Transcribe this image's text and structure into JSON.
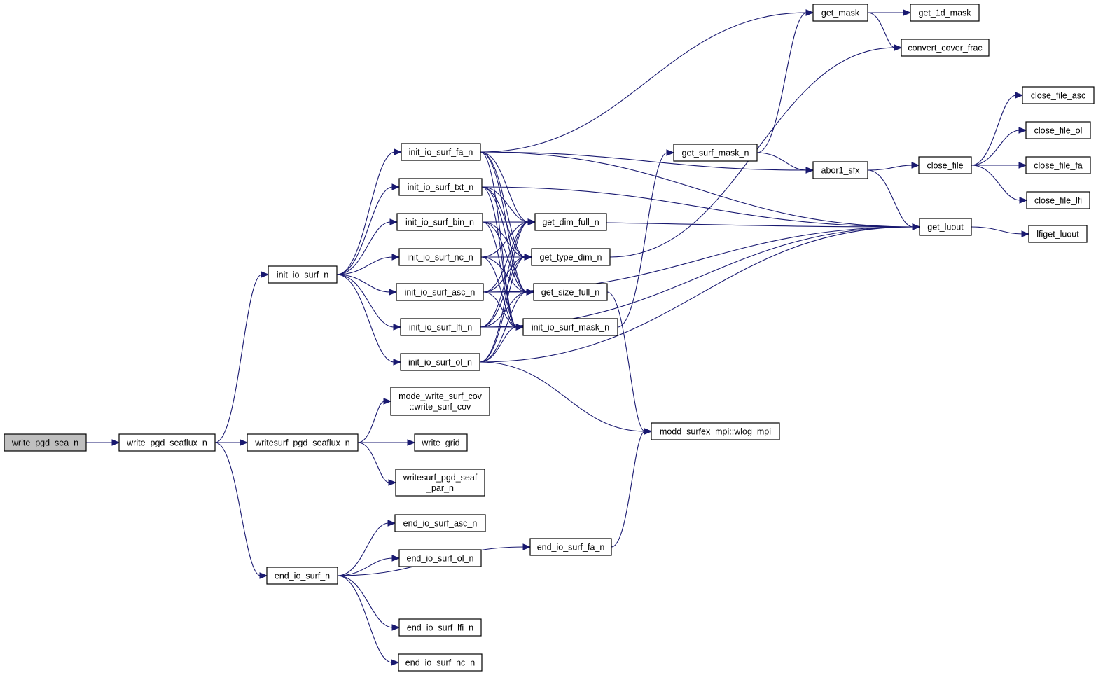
{
  "title": "Call graph for write_pgd_sea_n",
  "colors": {
    "edge": "#191970",
    "root_fill": "#bfbfbf",
    "node_fill": "#ffffff",
    "border": "#000000"
  },
  "nodes": [
    {
      "id": "write_pgd_sea_n",
      "lines": [
        "write_pgd_sea_n"
      ],
      "root": true
    },
    {
      "id": "write_pgd_seaflux_n",
      "lines": [
        "write_pgd_seaflux_n"
      ]
    },
    {
      "id": "init_io_surf_n",
      "lines": [
        "init_io_surf_n"
      ]
    },
    {
      "id": "writesurf_pgd_seaflux_n",
      "lines": [
        "writesurf_pgd_seaflux_n"
      ]
    },
    {
      "id": "end_io_surf_n",
      "lines": [
        "end_io_surf_n"
      ]
    },
    {
      "id": "init_io_surf_fa_n",
      "lines": [
        "init_io_surf_fa_n"
      ]
    },
    {
      "id": "init_io_surf_txt_n",
      "lines": [
        "init_io_surf_txt_n"
      ]
    },
    {
      "id": "init_io_surf_bin_n",
      "lines": [
        "init_io_surf_bin_n"
      ]
    },
    {
      "id": "init_io_surf_nc_n",
      "lines": [
        "init_io_surf_nc_n"
      ]
    },
    {
      "id": "init_io_surf_asc_n",
      "lines": [
        "init_io_surf_asc_n"
      ]
    },
    {
      "id": "init_io_surf_lfi_n",
      "lines": [
        "init_io_surf_lfi_n"
      ]
    },
    {
      "id": "init_io_surf_ol_n",
      "lines": [
        "init_io_surf_ol_n"
      ]
    },
    {
      "id": "mode_write_surf_cov",
      "lines": [
        "mode_write_surf_cov",
        "::write_surf_cov"
      ]
    },
    {
      "id": "write_grid",
      "lines": [
        "write_grid"
      ]
    },
    {
      "id": "writesurf_pgd_seaf_par_n",
      "lines": [
        "writesurf_pgd_seaf",
        "_par_n"
      ]
    },
    {
      "id": "end_io_surf_asc_n",
      "lines": [
        "end_io_surf_asc_n"
      ]
    },
    {
      "id": "end_io_surf_ol_n",
      "lines": [
        "end_io_surf_ol_n"
      ]
    },
    {
      "id": "end_io_surf_lfi_n",
      "lines": [
        "end_io_surf_lfi_n"
      ]
    },
    {
      "id": "end_io_surf_nc_n",
      "lines": [
        "end_io_surf_nc_n"
      ]
    },
    {
      "id": "get_dim_full_n",
      "lines": [
        "get_dim_full_n"
      ]
    },
    {
      "id": "get_type_dim_n",
      "lines": [
        "get_type_dim_n"
      ]
    },
    {
      "id": "get_size_full_n",
      "lines": [
        "get_size_full_n"
      ]
    },
    {
      "id": "init_io_surf_mask_n",
      "lines": [
        "init_io_surf_mask_n"
      ]
    },
    {
      "id": "end_io_surf_fa_n",
      "lines": [
        "end_io_surf_fa_n"
      ]
    },
    {
      "id": "get_surf_mask_n",
      "lines": [
        "get_surf_mask_n"
      ]
    },
    {
      "id": "modd_surfex_mpi_wlog_mpi",
      "lines": [
        "modd_surfex_mpi::wlog_mpi"
      ]
    },
    {
      "id": "get_mask",
      "lines": [
        "get_mask"
      ]
    },
    {
      "id": "abor1_sfx",
      "lines": [
        "abor1_sfx"
      ]
    },
    {
      "id": "get_1d_mask",
      "lines": [
        "get_1d_mask"
      ]
    },
    {
      "id": "convert_cover_frac",
      "lines": [
        "convert_cover_frac"
      ]
    },
    {
      "id": "close_file",
      "lines": [
        "close_file"
      ]
    },
    {
      "id": "get_luout",
      "lines": [
        "get_luout"
      ]
    },
    {
      "id": "close_file_asc",
      "lines": [
        "close_file_asc"
      ]
    },
    {
      "id": "close_file_ol",
      "lines": [
        "close_file_ol"
      ]
    },
    {
      "id": "close_file_fa",
      "lines": [
        "close_file_fa"
      ]
    },
    {
      "id": "close_file_lfi",
      "lines": [
        "close_file_lfi"
      ]
    },
    {
      "id": "lfiget_luout",
      "lines": [
        "lfiget_luout"
      ]
    }
  ],
  "edges": [
    [
      "write_pgd_sea_n",
      "write_pgd_seaflux_n"
    ],
    [
      "write_pgd_seaflux_n",
      "init_io_surf_n"
    ],
    [
      "write_pgd_seaflux_n",
      "writesurf_pgd_seaflux_n"
    ],
    [
      "write_pgd_seaflux_n",
      "end_io_surf_n"
    ],
    [
      "init_io_surf_n",
      "init_io_surf_fa_n"
    ],
    [
      "init_io_surf_n",
      "init_io_surf_txt_n"
    ],
    [
      "init_io_surf_n",
      "init_io_surf_bin_n"
    ],
    [
      "init_io_surf_n",
      "init_io_surf_nc_n"
    ],
    [
      "init_io_surf_n",
      "init_io_surf_asc_n"
    ],
    [
      "init_io_surf_n",
      "init_io_surf_lfi_n"
    ],
    [
      "init_io_surf_n",
      "init_io_surf_ol_n"
    ],
    [
      "writesurf_pgd_seaflux_n",
      "mode_write_surf_cov"
    ],
    [
      "writesurf_pgd_seaflux_n",
      "write_grid"
    ],
    [
      "writesurf_pgd_seaflux_n",
      "writesurf_pgd_seaf_par_n"
    ],
    [
      "end_io_surf_n",
      "end_io_surf_asc_n"
    ],
    [
      "end_io_surf_n",
      "end_io_surf_ol_n"
    ],
    [
      "end_io_surf_n",
      "end_io_surf_fa_n"
    ],
    [
      "end_io_surf_n",
      "end_io_surf_lfi_n"
    ],
    [
      "end_io_surf_n",
      "end_io_surf_nc_n"
    ],
    [
      "init_io_surf_fa_n",
      "get_mask"
    ],
    [
      "init_io_surf_fa_n",
      "abor1_sfx"
    ],
    [
      "init_io_surf_fa_n",
      "get_luout"
    ],
    [
      "init_io_surf_fa_n",
      "get_dim_full_n"
    ],
    [
      "init_io_surf_fa_n",
      "get_type_dim_n"
    ],
    [
      "init_io_surf_fa_n",
      "get_size_full_n"
    ],
    [
      "init_io_surf_fa_n",
      "init_io_surf_mask_n"
    ],
    [
      "init_io_surf_txt_n",
      "get_luout"
    ],
    [
      "init_io_surf_txt_n",
      "get_dim_full_n"
    ],
    [
      "init_io_surf_txt_n",
      "get_type_dim_n"
    ],
    [
      "init_io_surf_txt_n",
      "get_size_full_n"
    ],
    [
      "init_io_surf_txt_n",
      "init_io_surf_mask_n"
    ],
    [
      "init_io_surf_bin_n",
      "get_luout"
    ],
    [
      "init_io_surf_bin_n",
      "get_dim_full_n"
    ],
    [
      "init_io_surf_bin_n",
      "get_type_dim_n"
    ],
    [
      "init_io_surf_bin_n",
      "get_size_full_n"
    ],
    [
      "init_io_surf_bin_n",
      "init_io_surf_mask_n"
    ],
    [
      "init_io_surf_nc_n",
      "get_dim_full_n"
    ],
    [
      "init_io_surf_nc_n",
      "get_type_dim_n"
    ],
    [
      "init_io_surf_nc_n",
      "get_size_full_n"
    ],
    [
      "init_io_surf_nc_n",
      "init_io_surf_mask_n"
    ],
    [
      "init_io_surf_asc_n",
      "get_luout"
    ],
    [
      "init_io_surf_asc_n",
      "get_dim_full_n"
    ],
    [
      "init_io_surf_asc_n",
      "get_type_dim_n"
    ],
    [
      "init_io_surf_asc_n",
      "get_size_full_n"
    ],
    [
      "init_io_surf_asc_n",
      "init_io_surf_mask_n"
    ],
    [
      "init_io_surf_lfi_n",
      "get_luout"
    ],
    [
      "init_io_surf_lfi_n",
      "get_dim_full_n"
    ],
    [
      "init_io_surf_lfi_n",
      "get_type_dim_n"
    ],
    [
      "init_io_surf_lfi_n",
      "get_size_full_n"
    ],
    [
      "init_io_surf_lfi_n",
      "init_io_surf_mask_n"
    ],
    [
      "init_io_surf_ol_n",
      "get_luout"
    ],
    [
      "init_io_surf_ol_n",
      "get_dim_full_n"
    ],
    [
      "init_io_surf_ol_n",
      "get_type_dim_n"
    ],
    [
      "init_io_surf_ol_n",
      "get_size_full_n"
    ],
    [
      "init_io_surf_ol_n",
      "init_io_surf_mask_n"
    ],
    [
      "init_io_surf_ol_n",
      "modd_surfex_mpi_wlog_mpi"
    ],
    [
      "get_type_dim_n",
      "convert_cover_frac"
    ],
    [
      "get_size_full_n",
      "modd_surfex_mpi_wlog_mpi"
    ],
    [
      "init_io_surf_mask_n",
      "get_surf_mask_n"
    ],
    [
      "end_io_surf_fa_n",
      "modd_surfex_mpi_wlog_mpi"
    ],
    [
      "get_surf_mask_n",
      "get_mask"
    ],
    [
      "get_surf_mask_n",
      "abor1_sfx"
    ],
    [
      "get_mask",
      "get_1d_mask"
    ],
    [
      "get_mask",
      "convert_cover_frac"
    ],
    [
      "abor1_sfx",
      "close_file"
    ],
    [
      "abor1_sfx",
      "get_luout"
    ],
    [
      "close_file",
      "close_file_asc"
    ],
    [
      "close_file",
      "close_file_ol"
    ],
    [
      "close_file",
      "close_file_fa"
    ],
    [
      "close_file",
      "close_file_lfi"
    ],
    [
      "get_luout",
      "lfiget_luout"
    ]
  ]
}
